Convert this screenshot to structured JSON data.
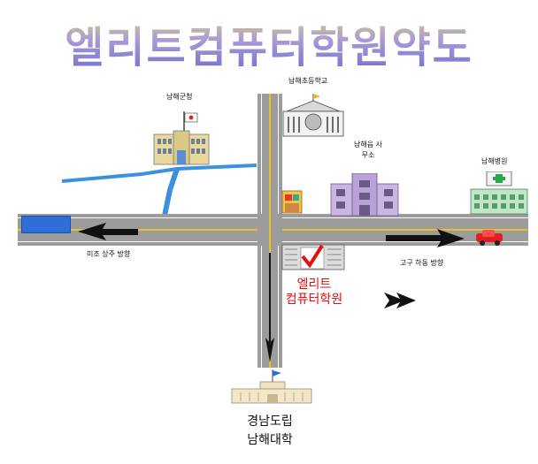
{
  "title": "엘리트컴퓨터학원약도",
  "labels": {
    "county_office": "남해군청",
    "elementary_school": "남해초등학교",
    "town_office": "남해읍 사무소",
    "hospital": "남해병원",
    "to_left": "미조 상주 방향",
    "to_right": "고구 하동 방향",
    "academy_line1": "엘리트",
    "academy_line2": "컴퓨터학원",
    "college_line1": "경남도립",
    "college_line2": "남해대학"
  },
  "colors": {
    "road": "#9c9c9c",
    "center_line": "#e6c22a",
    "river": "#3d8fe0",
    "academy_text": "#e01010",
    "title_gradient_top": "#e7d36a",
    "title_gradient_bottom": "#6f6fc9"
  },
  "icons": [
    "flag-icon",
    "checkmark-icon",
    "hospital-cross-icon",
    "direction-arrow-icon",
    "car-icon",
    "bus-icon"
  ]
}
